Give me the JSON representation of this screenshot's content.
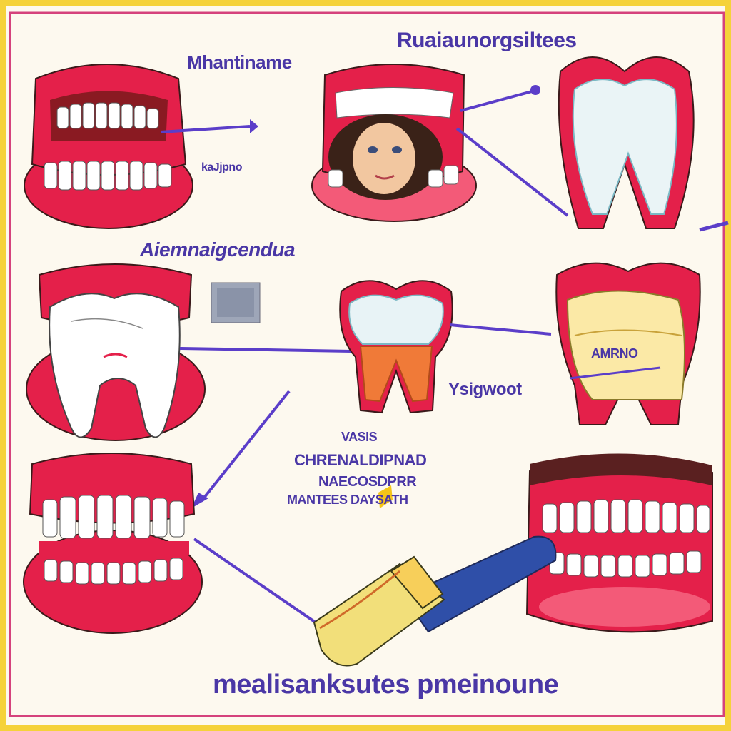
{
  "labels": {
    "top_left": "Mhantiname",
    "top_right": "Ruaiaunorgsiltees",
    "mid_left_small": "kaJjpno",
    "section_title": "Aiemnaigcendua",
    "right_small": "Ysigwoot",
    "box_text": "AMRNO",
    "center_heading": "VASIS",
    "center_line1": "CHRENALDIPNAD",
    "center_line2": "NAECOSDPRR",
    "center_line3": "MANTEES DAYSATH",
    "footer": "mealisanksutes pmeinoune"
  },
  "colors": {
    "gum": "#e4204a",
    "gum_light": "#f35a78",
    "tooth": "#ffffff",
    "pointer": "#5b3ec9",
    "text": "#4a37a6",
    "frame": "#d5427c",
    "border": "#f5d23a"
  }
}
